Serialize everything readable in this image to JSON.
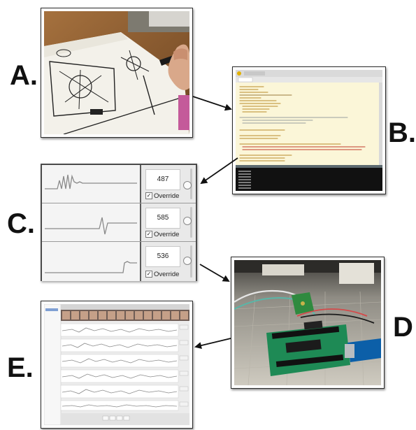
{
  "labels": {
    "a": "A.",
    "b": "B.",
    "c": "C.",
    "d": "D",
    "e": "E."
  },
  "panel_c": {
    "rows": [
      {
        "value": "487",
        "override": "Override",
        "checked": true,
        "level": 0.35
      },
      {
        "value": "585",
        "override": "Override",
        "checked": true,
        "level": 0.45
      },
      {
        "value": "536",
        "override": "Override",
        "checked": true,
        "level": 0.4
      }
    ]
  },
  "colors": {
    "frame": "#2b2b2b",
    "arrow": "#111111",
    "code_bg": "#fbf6d8",
    "console_bg": "#111111",
    "arduino_blue": "#0c5fa8",
    "wood_table": "#9b6b3c"
  }
}
